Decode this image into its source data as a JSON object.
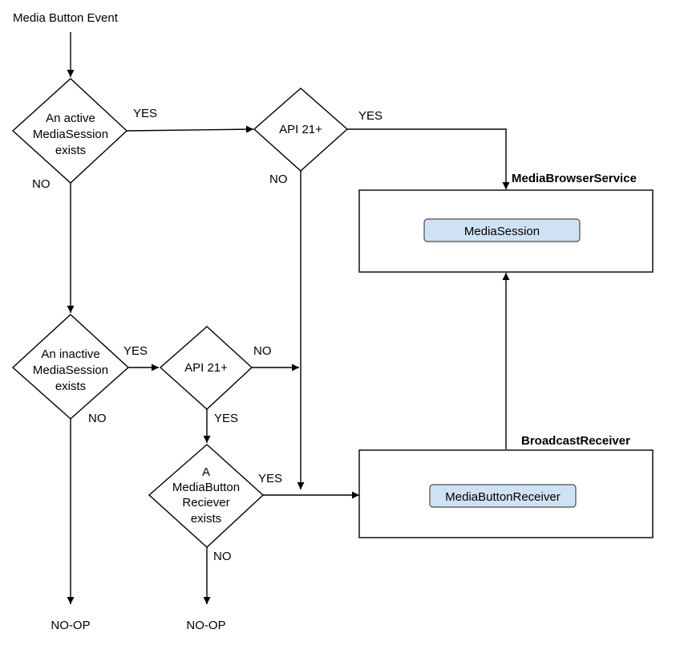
{
  "colors": {
    "inner_box_fill": "#cfe2f3",
    "line": "#000000"
  },
  "start_label": "Media Button Event",
  "decisions": {
    "active_session": [
      "An active",
      "MediaSession",
      "exists"
    ],
    "api21_top": [
      "API 21+"
    ],
    "inactive_session": [
      "An inactive",
      "MediaSession",
      "exists"
    ],
    "api21_mid": [
      "API 21+"
    ],
    "media_button_receiver": [
      "A",
      "MediaButton",
      "Reciever",
      "exists"
    ]
  },
  "edge_labels": {
    "active_yes": "YES",
    "active_no": "NO",
    "api_top_yes": "YES",
    "api_top_no": "NO",
    "inactive_yes": "YES",
    "inactive_no": "NO",
    "api_mid_no": "NO",
    "api_mid_yes": "YES",
    "mbr_yes": "YES",
    "mbr_no": "NO"
  },
  "containers": {
    "browser_service": {
      "title": "MediaBrowserService",
      "inner": "MediaSession"
    },
    "broadcast_receiver": {
      "title": "BroadcastReceiver",
      "inner": "MediaButtonReceiver"
    }
  },
  "terminals": {
    "left": "NO-OP",
    "middle": "NO-OP"
  }
}
